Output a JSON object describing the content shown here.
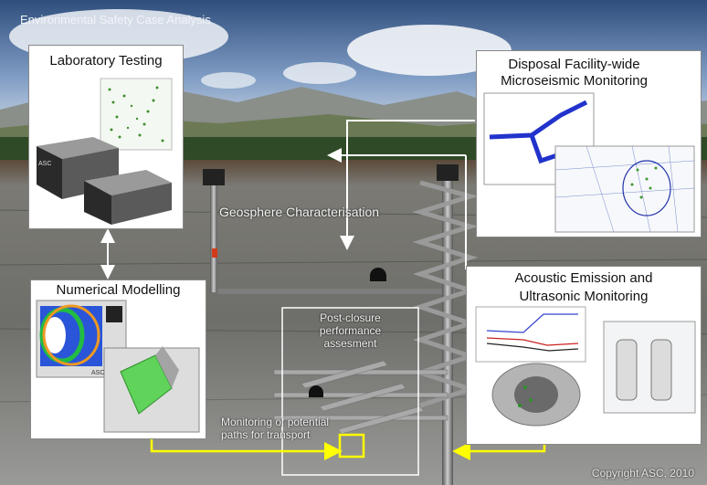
{
  "header": {
    "title": "Environmental Safety Case Analysis"
  },
  "panels": {
    "lab": {
      "title": "Laboratory Testing",
      "logo": "ASC"
    },
    "micro": {
      "title_line1": "Disposal Facility-wide",
      "title_line2": "Microseismic Monitoring"
    },
    "numerical": {
      "title": "Numerical Modelling",
      "logo": "ASC"
    },
    "acoustic": {
      "title_line1": "Acoustic Emission and",
      "title_line2": "Ultrasonic Monitoring"
    }
  },
  "labels": {
    "geosphere": "Geosphere Characterisation",
    "postclosure_line1": "Post-closure",
    "postclosure_line2": "performance",
    "postclosure_line3": "assesment",
    "monitoring_line1": "Monitoring of potential",
    "monitoring_line2": "paths for transport",
    "copyright": "Copyright ASC, 2010"
  },
  "colors": {
    "flow_arrow": "#ffff00",
    "link_arrow": "#ffffff",
    "sky_top": "#3a5a86",
    "rock": "#6a6a66"
  }
}
